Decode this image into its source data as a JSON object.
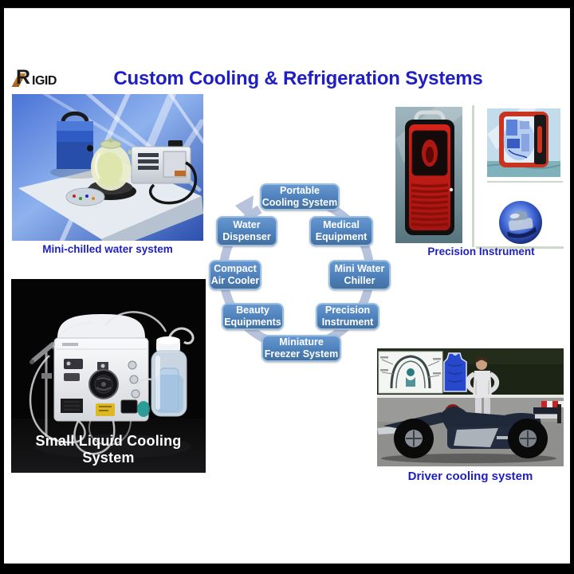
{
  "logo": {
    "letter": "R",
    "rest": "IGID",
    "name": "RIGID"
  },
  "title": "Custom Cooling & Refrigeration Systems",
  "diagram": {
    "arrow_color": "#b7c3dc",
    "box_fill": "#4f85c3",
    "box_border": "#9cbedf",
    "items": [
      {
        "id": "portable-cooling-system",
        "lines": [
          "Portable",
          "Cooling System"
        ]
      },
      {
        "id": "medical-equipment",
        "lines": [
          "Medical",
          "Equipment"
        ]
      },
      {
        "id": "mini-water-chiller",
        "lines": [
          "Mini Water",
          "Chiller"
        ]
      },
      {
        "id": "precision-instrument",
        "lines": [
          "Precision",
          "Instrument"
        ]
      },
      {
        "id": "miniature-freezer-system",
        "lines": [
          "Miniature",
          "Freezer System"
        ]
      },
      {
        "id": "beauty-equipments",
        "lines": [
          "Beauty",
          "Equipments"
        ]
      },
      {
        "id": "compact-air-cooler",
        "lines": [
          "Compact",
          "Air Cooler"
        ]
      },
      {
        "id": "water-dispenser",
        "lines": [
          "Water",
          "Dispenser"
        ]
      }
    ]
  },
  "photos": {
    "mini_chilled": {
      "caption": "Mini-chilled water system"
    },
    "precision": {
      "caption": "Precision Instrument"
    },
    "small_liquid": {
      "caption": "Small Liquid Cooling System"
    },
    "driver": {
      "caption": "Driver cooling system"
    }
  },
  "colors": {
    "caption_blue": "#1f1fbe",
    "title_blue": "#1e1ec4",
    "letterbox": "#000000",
    "slide_bg": "#ffffff"
  }
}
